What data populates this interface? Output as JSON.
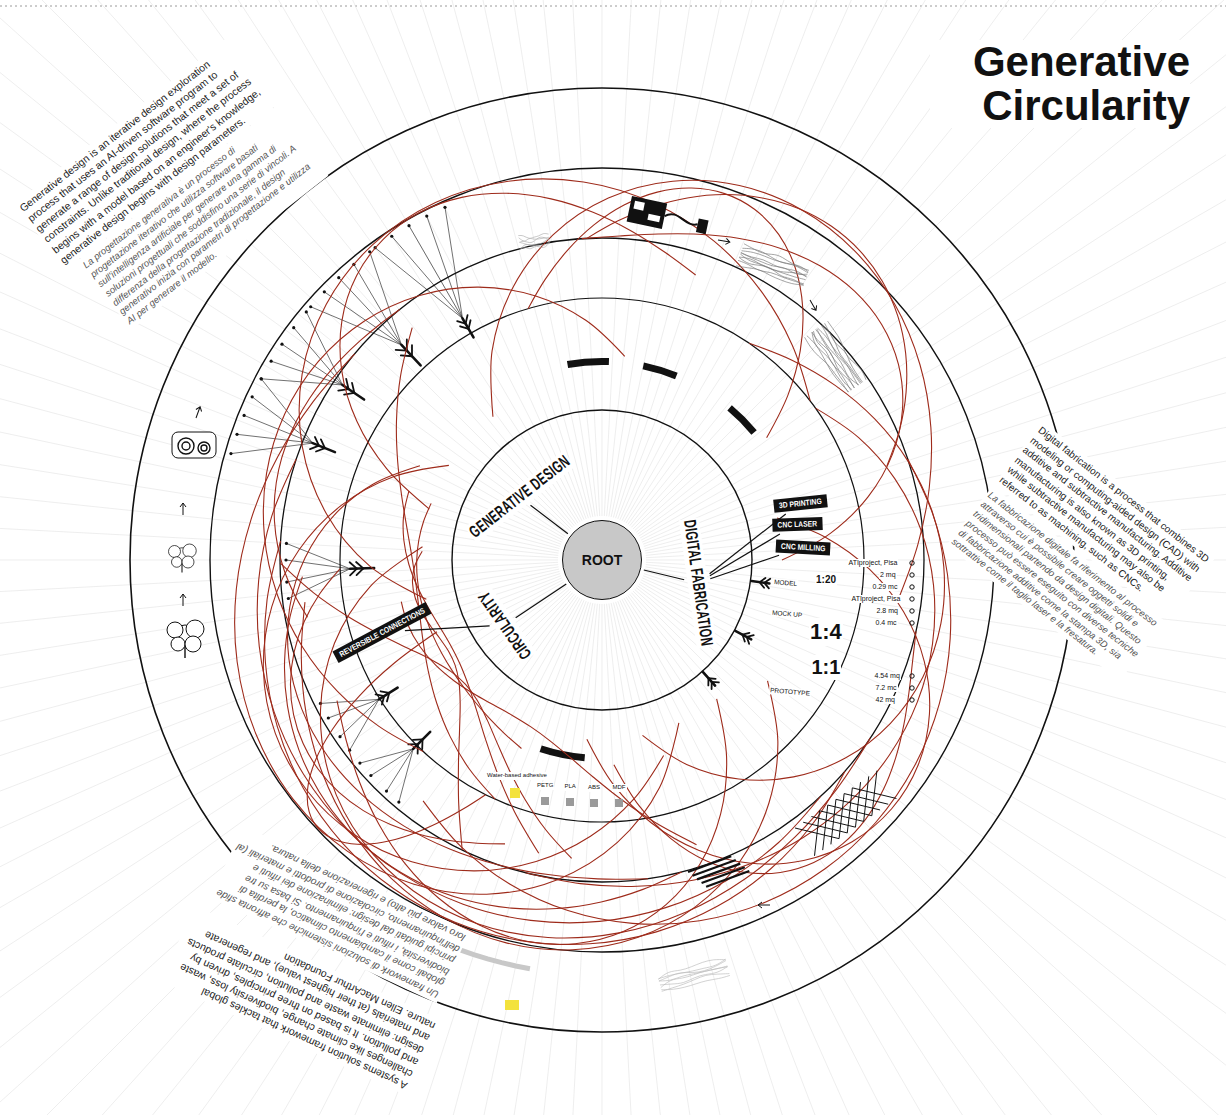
{
  "diagram": {
    "title": "Generative Circularity",
    "nodes": [
      {
        "text": [
          "ROOT"
        ]
      },
      {
        "text": [
          "GENERATIVE DESIGN"
        ]
      },
      {
        "text": [
          "DIGITAL FABRICATION"
        ]
      },
      {
        "text": [
          "CIRCULARITY"
        ]
      },
      {
        "text": [
          "3D PRINTING"
        ]
      },
      {
        "text": [
          "CNC LASER"
        ]
      },
      {
        "text": [
          "CNC MILLING"
        ]
      },
      {
        "text": [
          "REVERSIBLE CONNECTIONS"
        ]
      }
    ],
    "edges": [
      {
        "from": 0,
        "to": 1,
        "arrow": "none"
      },
      {
        "from": 0,
        "to": 2,
        "arrow": "none"
      },
      {
        "from": 0,
        "to": 3,
        "arrow": "none"
      },
      {
        "from": 2,
        "to": 4,
        "arrow": "none"
      },
      {
        "from": 2,
        "to": 5,
        "arrow": "none"
      },
      {
        "from": 2,
        "to": 6,
        "arrow": "none"
      },
      {
        "from": 3,
        "to": 7,
        "arrow": "none"
      }
    ],
    "labels": [
      "Generative design is an iterative design exploration process that uses an AI-driven software program to generate a range of design solutions that meet a set of constraints. Unlike traditional design, where the process begins with a model based on an engineer's knowledge, generative design begins with design parameters.",
      "La progettazione generativa è un processo di progettazione iterativo che utilizza software basati sull'intelligenza artificiale per generare una gamma di soluzioni progettuali che soddisfino una serie di vincoli. A differenza della progettazione tradizionale, il design generativo inizia con parametri di progettazione e utilizza AI per generare il modello.",
      "Digital fabrication is a process that combines 3D modeling or computing-aided design (CAD) with additive and subtractive manufacturing. Additive manufacturing is also known as 3D printing, while subtractive manufacturing may also be referred to as machining, such as CNCs.",
      "La fabbricazione digitale fa riferimento al processo attraverso cui è possibile creare oggetti solidi e tridimensionali partendo da design digitali. Questo processo può essere eseguito con diverse tecniche di fabbricazione additive come la stampa 3D, sia sottrattive come il taglio laser e la fresatura.",
      "A systems solution framework that tackles global challenges like climate change, biodiversity loss, waste and pollution. It is based on three principles, driven by design: eliminate waste and pollution, circulate products and materials (at their highest value), and regenerate nature. Ellen MacArthur Foundation",
      "Un framework di soluzioni sistemiche che affronta sfide globali come il cambiamento climatico, la perdita di biodiversità, i rifiuti e l'inquinamento. Si basa su tre principi guidati dal design: eliminazione dei rifiuti e dell'inquinamento, circolazione di prodotti e materiali (al loro valore più alto) e rigenerazione della natura.",
      "1:20",
      "1:4",
      "1:1",
      "ATIproject, Pisa",
      "2 mq",
      "0.29 mc",
      "ATIproject, Pisa",
      "2.8 mq",
      "0.4 mc",
      "4.54 mq",
      "7.2 mc",
      "42 mq",
      "MODEL",
      "MOCK UP",
      "PROTOTYPE",
      "PETG",
      "PLA",
      "ABS",
      "MDF",
      "Water-based adhesive"
    ]
  }
}
